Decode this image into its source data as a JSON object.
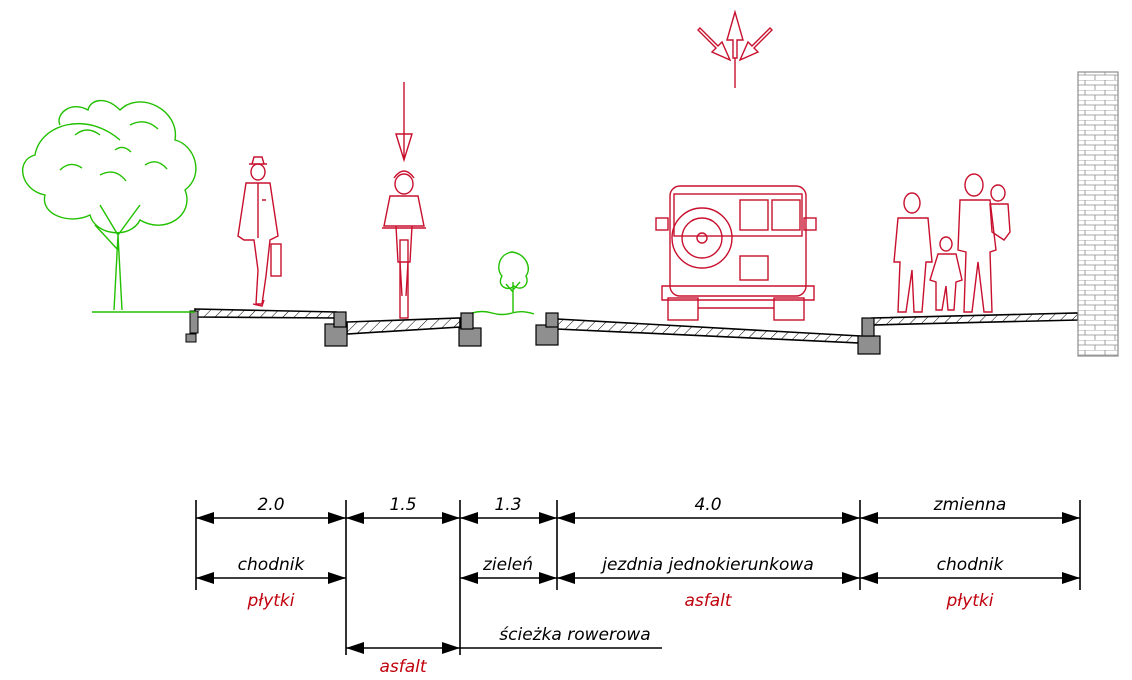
{
  "dimensions": [
    {
      "id": "d1",
      "value": "2.0"
    },
    {
      "id": "d2",
      "value": "1.5"
    },
    {
      "id": "d3",
      "value": "1.3"
    },
    {
      "id": "d4",
      "value": "4.0"
    },
    {
      "id": "d5",
      "value": "zmienna"
    }
  ],
  "labels": {
    "chodnik_left": "chodnik",
    "plytki_left": "płytki",
    "zielen": "zieleń",
    "jezdnia": "jezdnia jednokierunkowa",
    "asfalt_road": "asfalt",
    "chodnik_right": "chodnik",
    "plytki_right": "płytki",
    "sciezka": "ścieżka rowerowa",
    "asfalt_bike": "asfalt"
  },
  "colors": {
    "material": "#c0000c",
    "figures": "#c8102e",
    "vegetation": "#22c000",
    "curb": "#8f8f8f"
  }
}
